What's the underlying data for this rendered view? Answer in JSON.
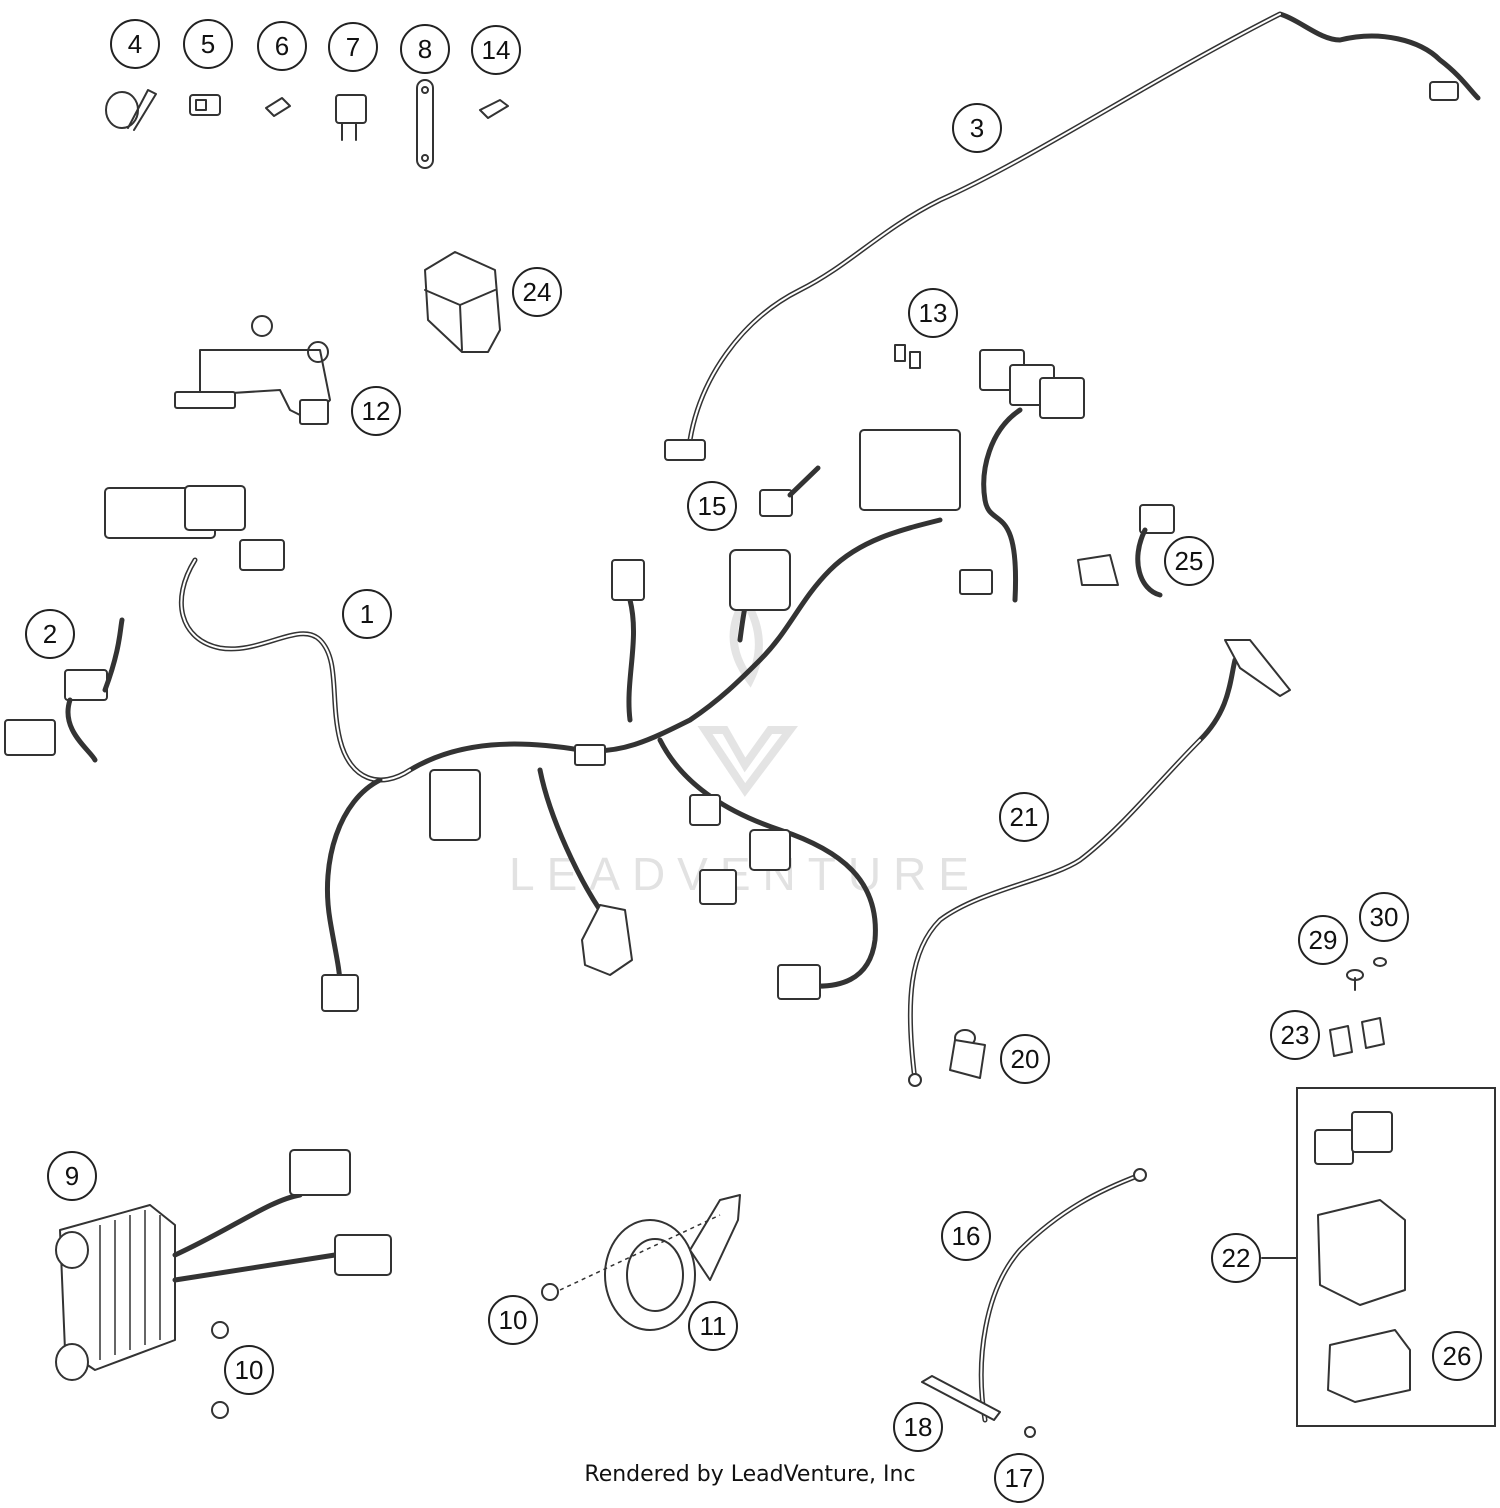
{
  "diagram": {
    "watermark_text": "LEADVENTURE",
    "credit": "Rendered by LeadVenture, Inc",
    "callouts": [
      "4",
      "5",
      "6",
      "7",
      "8",
      "14",
      "3",
      "24",
      "13",
      "12",
      "15",
      "25",
      "1",
      "2",
      "21",
      "29",
      "30",
      "23",
      "20",
      "9",
      "22",
      "16",
      "10",
      "11",
      "10",
      "26",
      "18",
      "17"
    ]
  }
}
